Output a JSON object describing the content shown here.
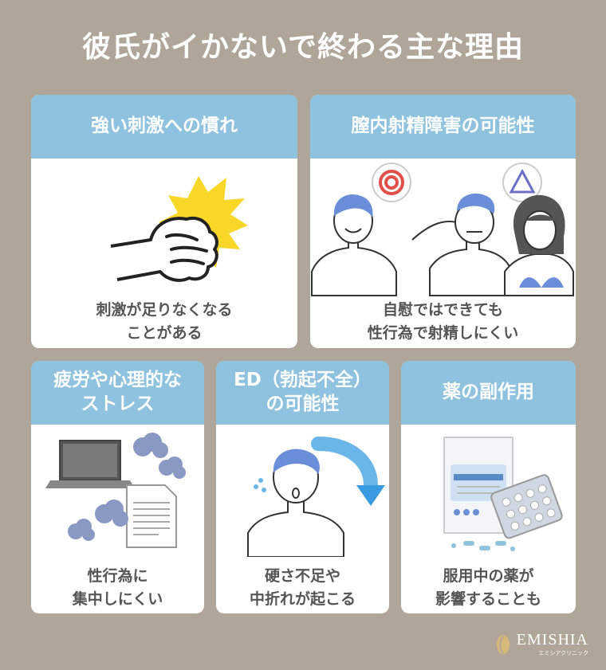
{
  "title": "彼氏がイかないで終わる主な理由",
  "colors": {
    "background": "#b0a599",
    "header": "#8ec2de",
    "card": "#ffffff"
  },
  "cards": [
    {
      "heading": "強い刺激への慣れ",
      "caption": [
        "刺激が足りなくなる",
        "ことがある"
      ],
      "icon": "fist-icon"
    },
    {
      "heading": "膣内射精障害の可能性",
      "caption": [
        "自慰ではできても",
        "性行為で射精しにくい"
      ],
      "icon": "couple-icon"
    },
    {
      "heading": [
        "疲労や心理的な",
        "ストレス"
      ],
      "caption": [
        "性行為に",
        "集中しにくい"
      ],
      "icon": "laptop-stress-icon"
    },
    {
      "heading": [
        "ED（勃起不全）",
        "の可能性"
      ],
      "caption": [
        "硬さ不足や",
        "中折れが起こる"
      ],
      "icon": "worried-man-icon"
    },
    {
      "heading": "薬の副作用",
      "caption": [
        "服用中の薬が",
        "影響することも"
      ],
      "icon": "medicine-icon"
    }
  ],
  "badges": {
    "circle": "◎",
    "triangle": "△"
  },
  "logo": {
    "name": "EMISHIA",
    "sub": "エミシアクリニック"
  }
}
